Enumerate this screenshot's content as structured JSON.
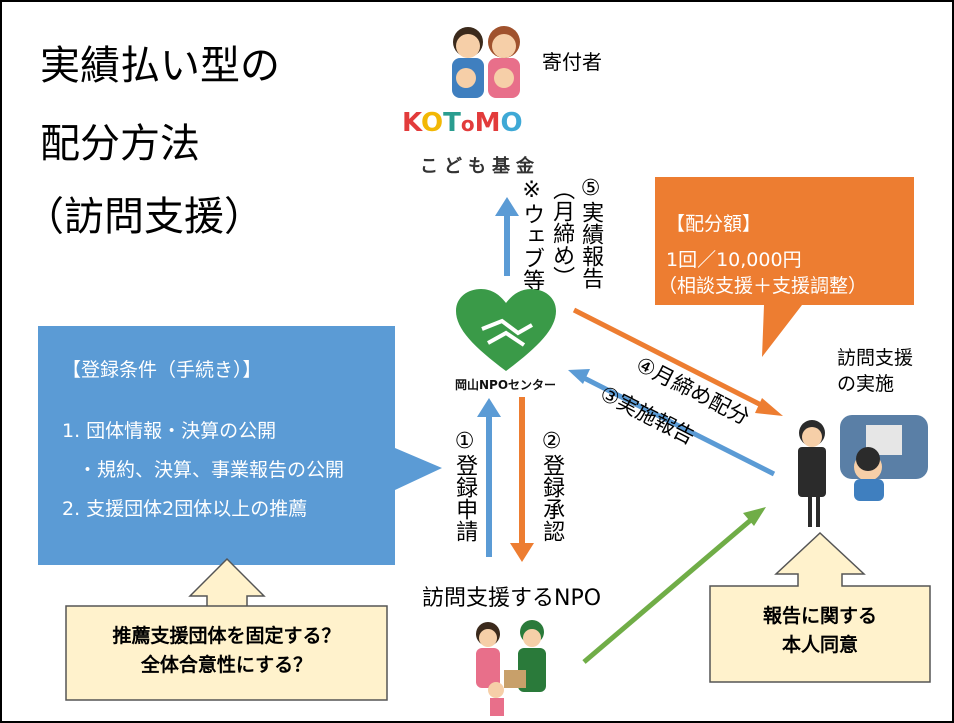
{
  "title": {
    "line1": "実績払い型の",
    "line2": "配分方法",
    "line3": "（訪問支援）"
  },
  "donor_label": "寄付者",
  "logo": {
    "text": "KOTOMO",
    "subtitle": "こども基金"
  },
  "center_logo_text": "岡山NPOセンター",
  "step5": {
    "label": "⑤実績報告",
    "sub": "（月締め）",
    "note": "※ウェブ等"
  },
  "step1": "①登録申請",
  "step2": "②登録承認",
  "step3": "③実施報告",
  "step4": "④月締め配分",
  "amount_box": {
    "title": "【配分額】",
    "line1": "1回／10,000円",
    "line2": "（相談支援＋支援調整）"
  },
  "registration_box": {
    "title": "【登録条件（手続き）】",
    "items": [
      "1. 団体情報・決算の公開",
      "・規約、決算、事業報告の公開",
      "2. 支援団体2団体以上の推薦"
    ]
  },
  "visit_label": {
    "line1": "訪問支援",
    "line2": "の実施"
  },
  "npo_label": "訪問支援するNPO",
  "note_left": {
    "line1": "推薦支援団体を固定する？",
    "line2": "全体合意性にする？"
  },
  "note_right": {
    "line1": "報告に関する",
    "line2": "本人同意"
  },
  "colors": {
    "blue": "#5B9BD5",
    "orange": "#ED7D31",
    "green": "#70AD47",
    "cream": "#FFF2CC",
    "heart": "#3A9A48"
  }
}
